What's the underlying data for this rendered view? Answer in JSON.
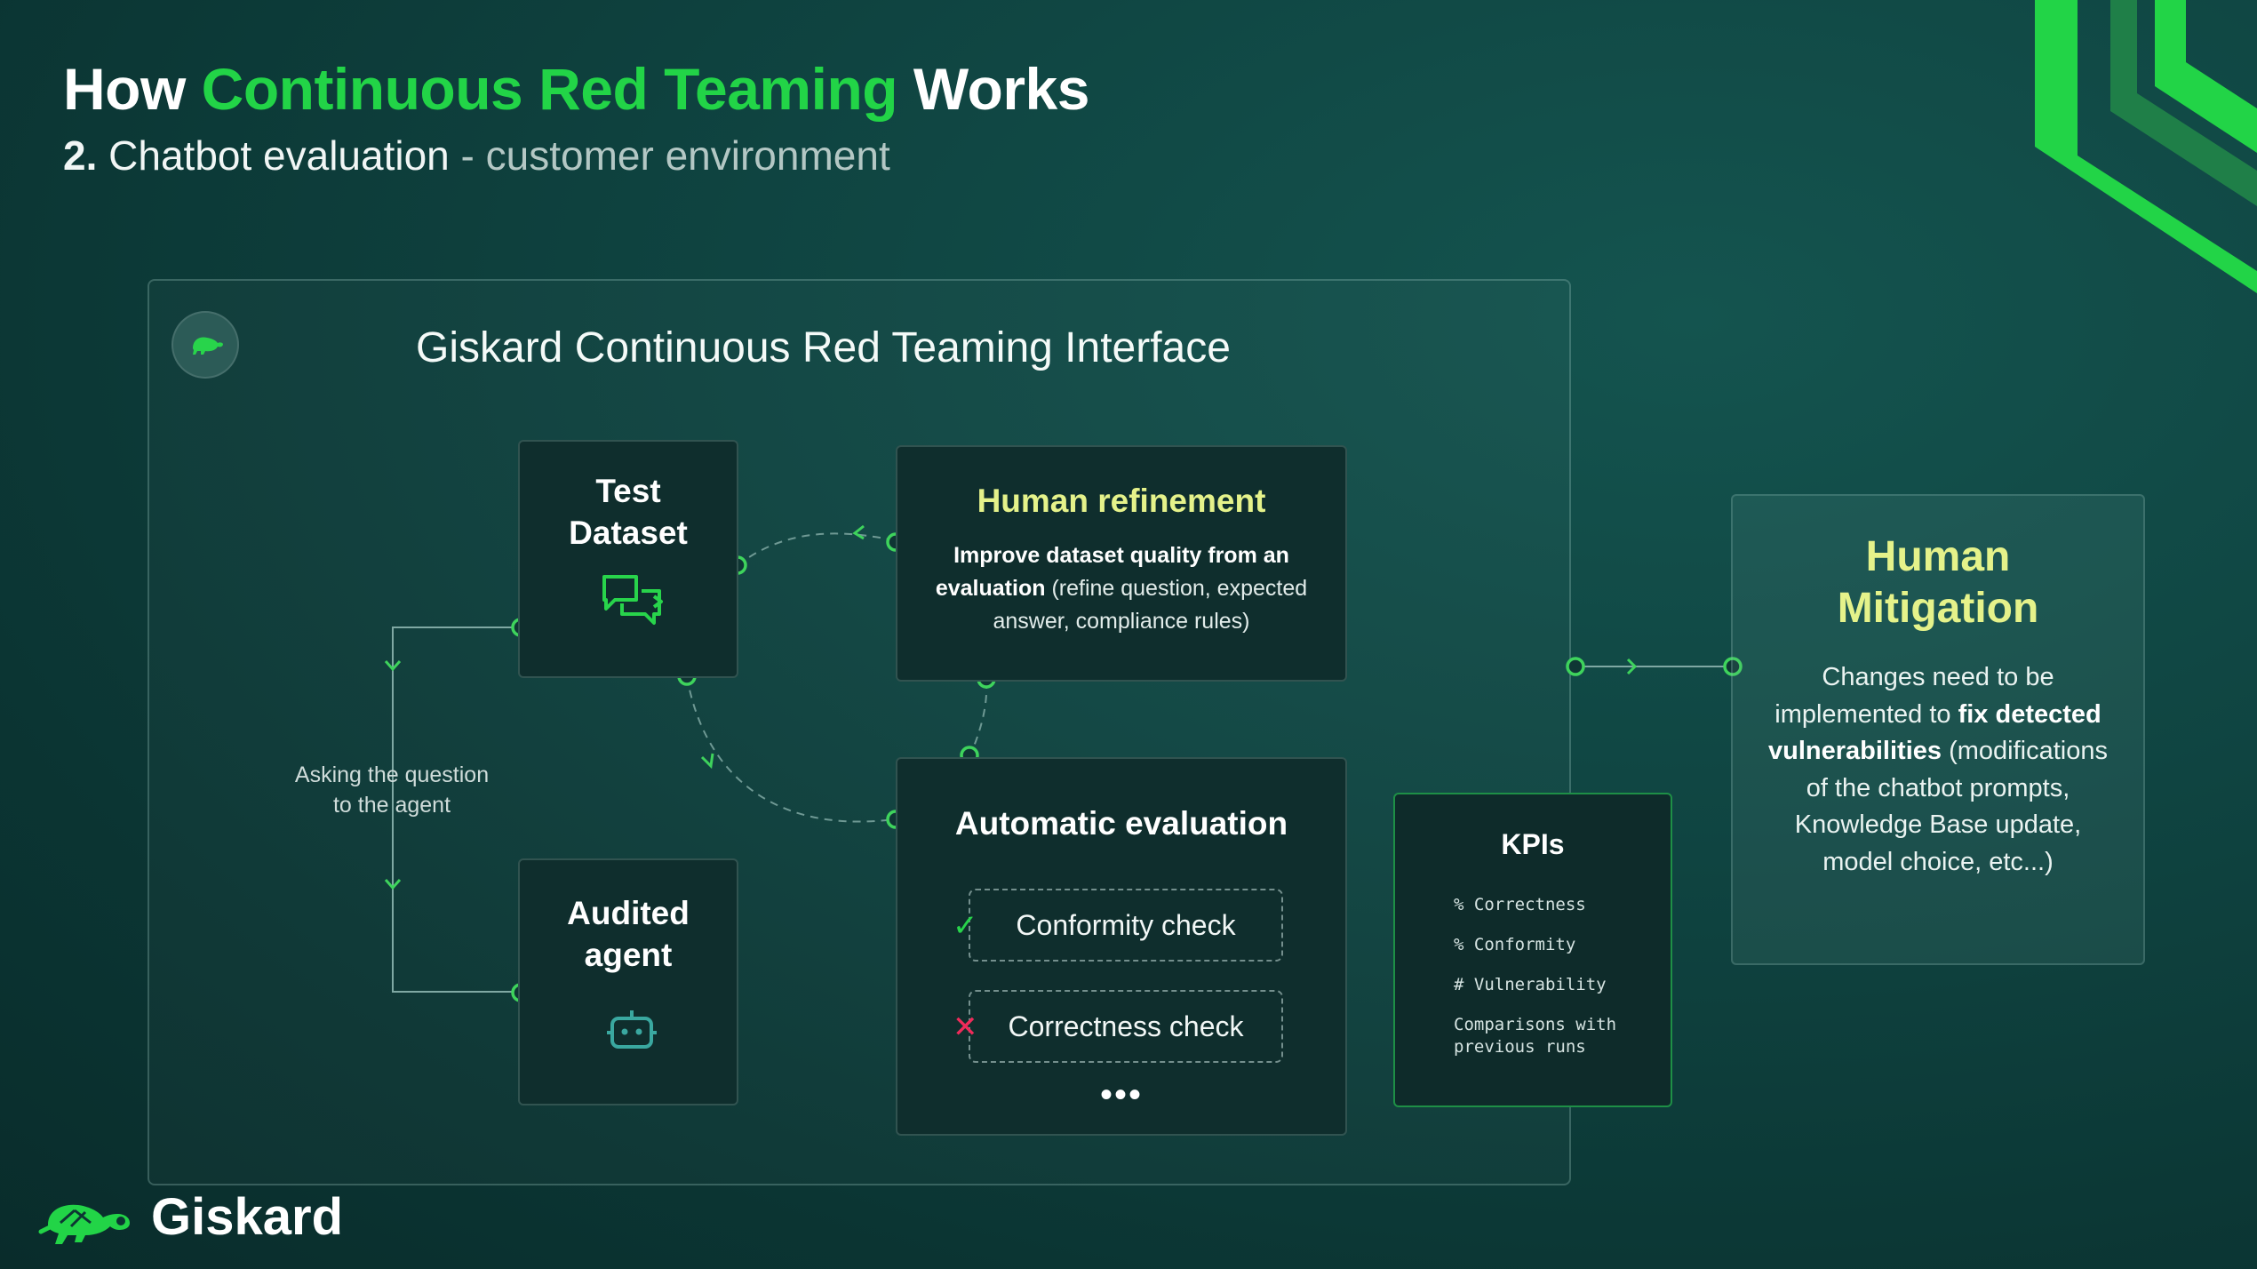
{
  "header": {
    "title_prefix": "How ",
    "title_accent": "Continuous Red Teaming",
    "title_suffix": " Works",
    "subtitle_num": "2.",
    "subtitle_main": " Chatbot evaluation",
    "subtitle_muted": " - customer environment"
  },
  "panel": {
    "title": "Giskard Continuous Red Teaming Interface"
  },
  "test_dataset": {
    "line1": "Test",
    "line2": "Dataset"
  },
  "audited_agent": {
    "line1": "Audited",
    "line2": "agent"
  },
  "asking": {
    "line1": "Asking the question",
    "line2": "to the agent"
  },
  "human_refinement": {
    "title": "Human refinement",
    "desc_bold": "Improve dataset quality from an evaluation",
    "desc_rest": " (refine question, expected answer, compliance rules)"
  },
  "automatic_evaluation": {
    "title": "Automatic evaluation",
    "checks": [
      {
        "label": "Conformity check",
        "status": "pass"
      },
      {
        "label": "Correctness check",
        "status": "fail"
      }
    ],
    "more": "•••"
  },
  "kpis": {
    "title": "KPIs",
    "items": [
      "% Correctness",
      "% Conformity",
      "# Vulnerability",
      "Comparisons with",
      "previous runs"
    ]
  },
  "human_mitigation": {
    "title_line1": "Human",
    "title_line2": "Mitigation",
    "desc_part1": "Changes need to be implemented to ",
    "desc_bold": "fix detected vulnerabilities",
    "desc_part2": " (modifications of the chatbot prompts, Knowledge Base update, model choice, etc...)"
  },
  "brand": {
    "name": "Giskard"
  },
  "colors": {
    "accent_green": "#22d447",
    "yellow": "#e5f28a",
    "fail_red": "#ef2b5a",
    "node_green": "#3ed35c"
  }
}
